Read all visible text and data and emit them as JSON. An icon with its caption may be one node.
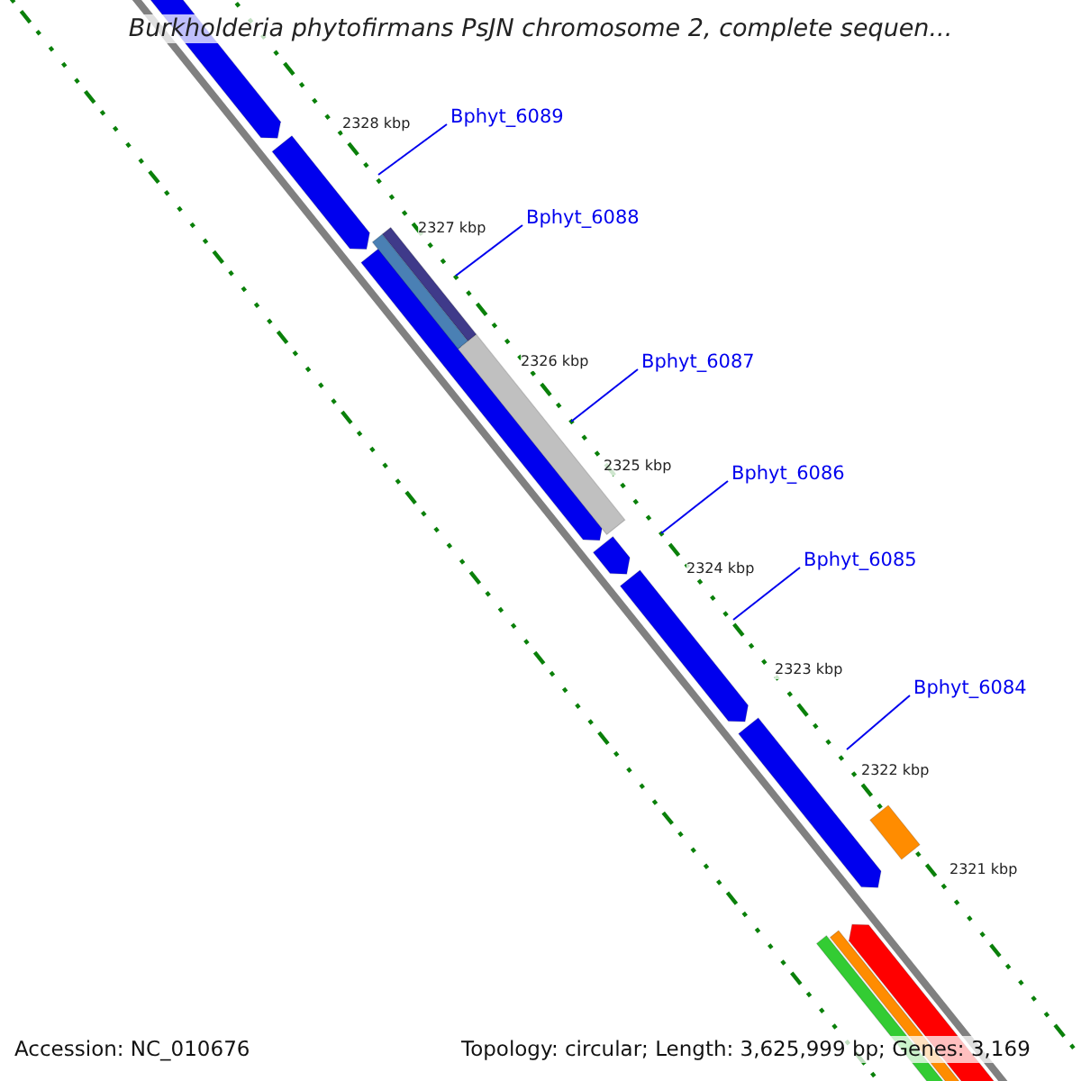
{
  "diagram": {
    "title": "Burkholderia phytofirmans PsJN chromosome 2, complete sequen...",
    "nodes": [
      {
        "text": [
          "Bphyt_6089"
        ]
      },
      {
        "text": [
          "Bphyt_6088"
        ]
      },
      {
        "text": [
          "Bphyt_6087"
        ]
      },
      {
        "text": [
          "Bphyt_6086"
        ]
      },
      {
        "text": [
          "Bphyt_6085"
        ]
      },
      {
        "text": [
          "Bphyt_6084"
        ]
      }
    ],
    "edges": [
      {
        "from": 0,
        "to": null,
        "arrow": "none"
      },
      {
        "from": 1,
        "to": null,
        "arrow": "none"
      },
      {
        "from": 2,
        "to": null,
        "arrow": "none"
      },
      {
        "from": 3,
        "to": null,
        "arrow": "none"
      },
      {
        "from": 4,
        "to": null,
        "arrow": "none"
      },
      {
        "from": 5,
        "to": null,
        "arrow": "none"
      }
    ],
    "labels": [
      "2328 kbp",
      "2327 kbp",
      "2326 kbp",
      "2325 kbp",
      "2324 kbp",
      "2323 kbp",
      "2322 kbp",
      "2321 kbp",
      "Accession: NC_010676",
      "Topology: circular; Length: 3,625,999 bp; Genes: 3,169"
    ]
  }
}
